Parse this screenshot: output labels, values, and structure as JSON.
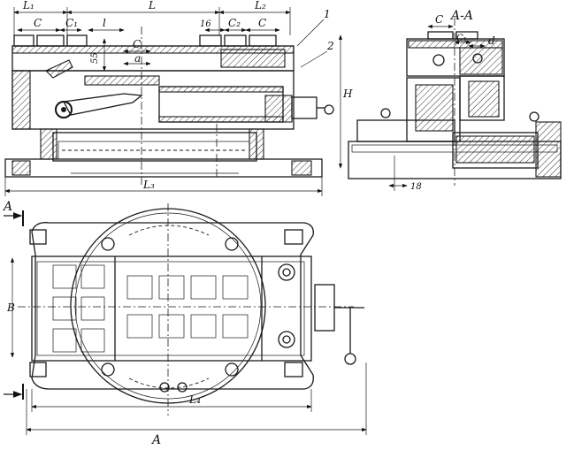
{
  "labels": {
    "L1": "L₁",
    "L": "L",
    "L2": "L₂",
    "C": "C",
    "C1": "C₁",
    "C2": "C₂",
    "l": "l",
    "n16": "16",
    "n55": "55",
    "a": "a",
    "H": "H",
    "L3": "L₃",
    "callout1": "1",
    "callout2": "2",
    "sectionTitle": "A-A",
    "d": "d",
    "n18": "18",
    "A_left": "A",
    "B": "B",
    "L4": "L₄",
    "A_bottom": "A"
  }
}
